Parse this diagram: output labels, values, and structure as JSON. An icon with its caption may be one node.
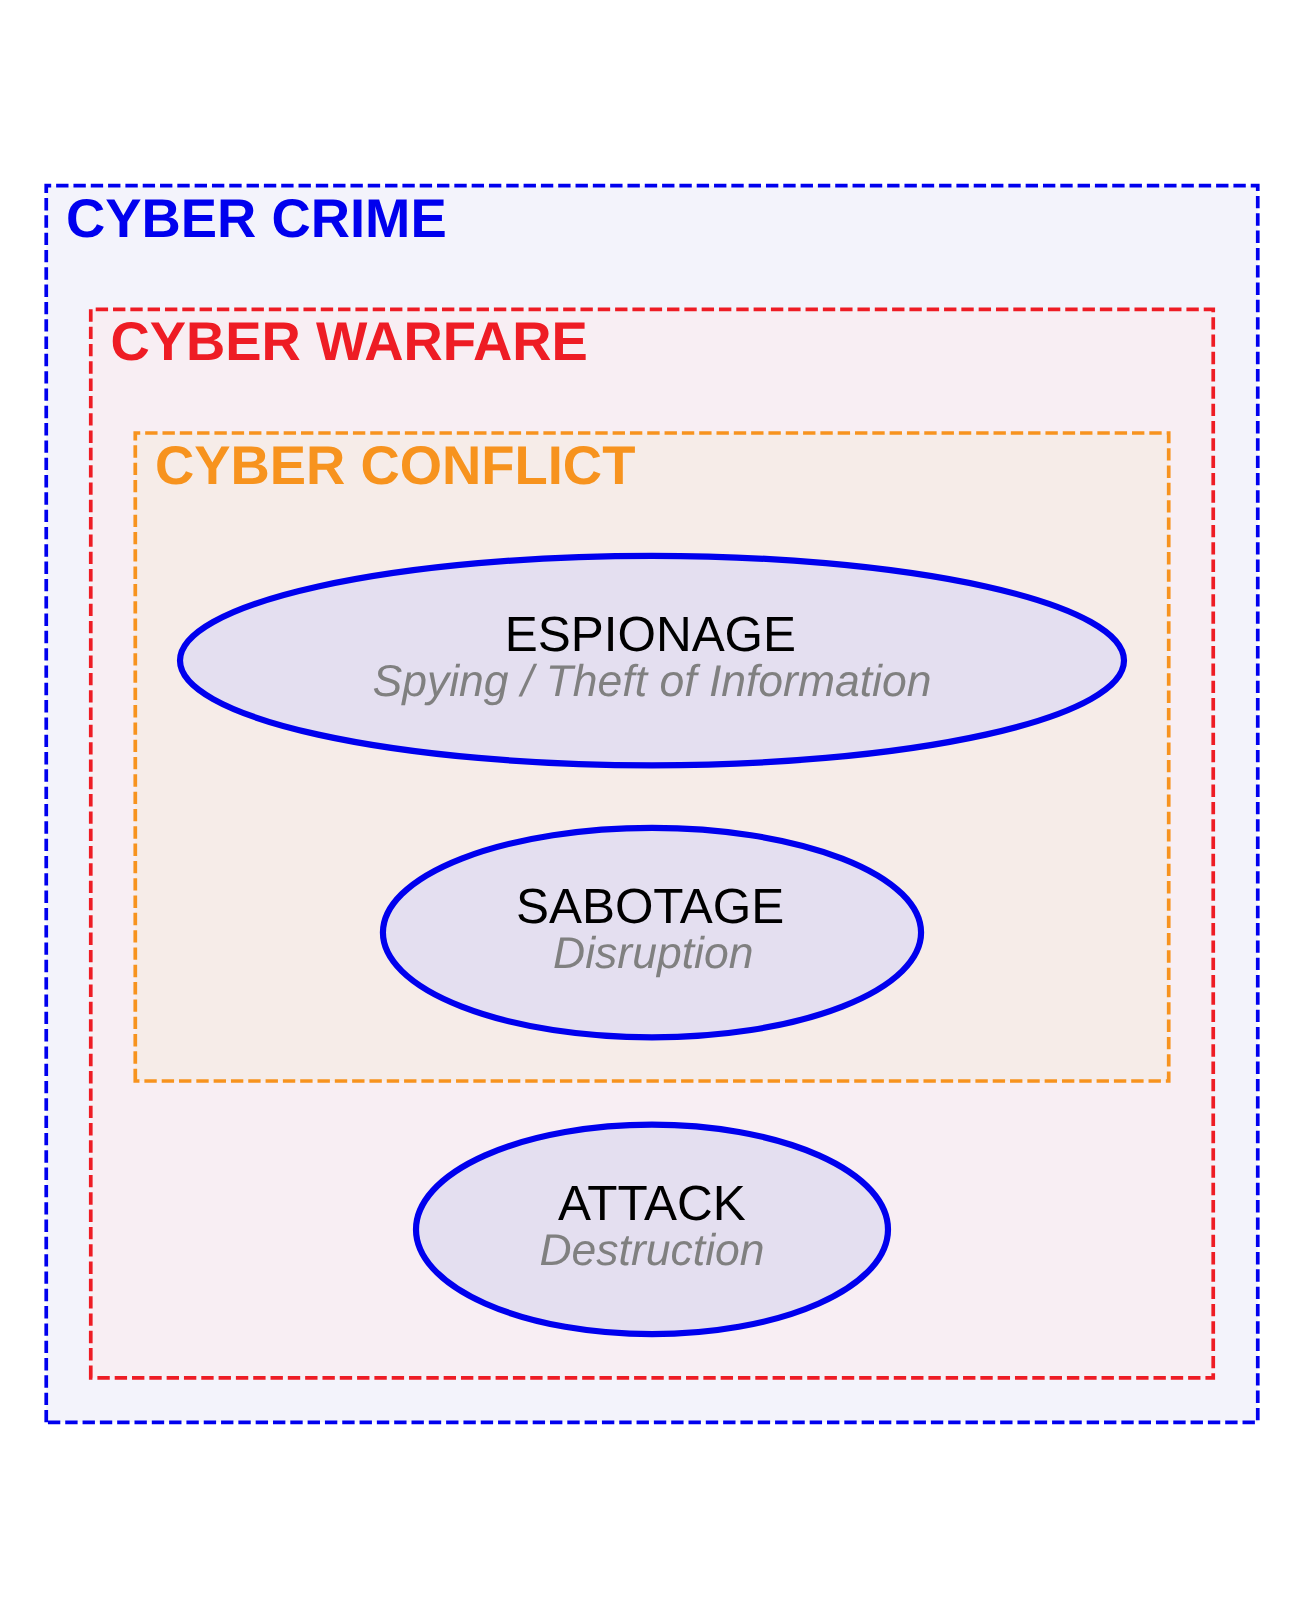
{
  "diagram": {
    "nodes": [
      {
        "text": [
          "CYBER CRIME"
        ]
      },
      {
        "text": [
          "CYBER WARFARE"
        ],
        "in": 0
      },
      {
        "text": [
          "CYBER CONFLICT"
        ],
        "in": 1
      },
      {
        "text": [
          "ESPIONAGE",
          "Spying / Theft of Information"
        ],
        "in": 2
      },
      {
        "text": [
          "SABOTAGE",
          "Disruption"
        ],
        "in": 2
      },
      {
        "text": [
          "ATTACK",
          "Destruction"
        ],
        "in": 1
      }
    ]
  }
}
